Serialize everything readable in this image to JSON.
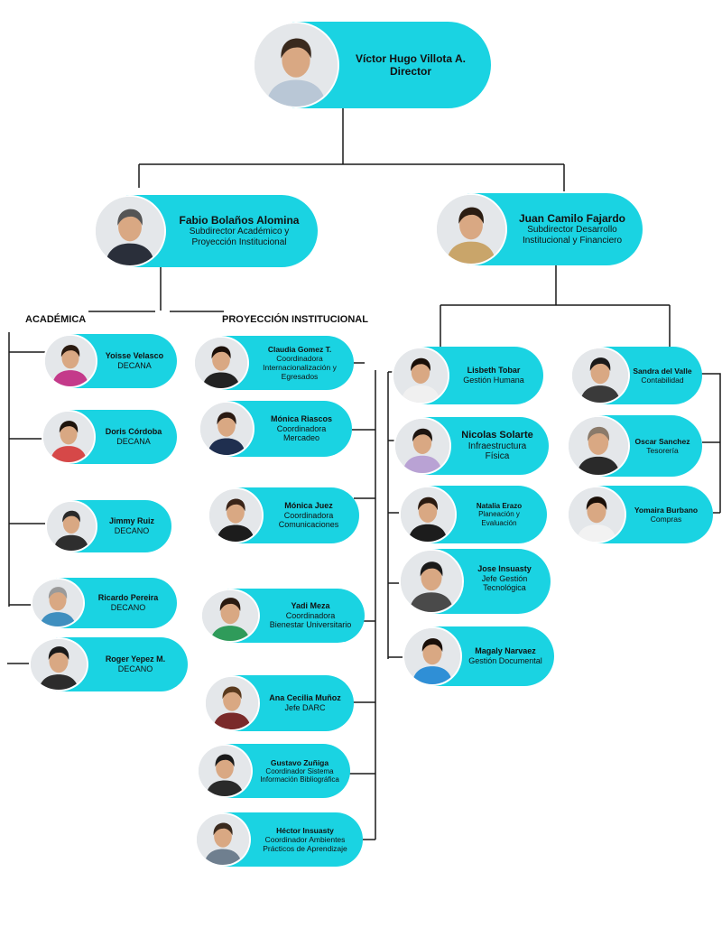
{
  "colors": {
    "pill": "#1ad3e2",
    "line": "#1a1a1a"
  },
  "headings": {
    "academica": "ACADÉMICA",
    "proyeccion": "PROYECCIÓN INSTITUCIONAL"
  },
  "people": {
    "director": {
      "name": "Víctor Hugo Villota A.",
      "role": "Director"
    },
    "fabio": {
      "name": "Fabio Bolaños Alomina",
      "role1": "Subdirector Académico y",
      "role2": "Proyección Institucional"
    },
    "juan": {
      "name": "Juan Camilo Fajardo",
      "role1": "Subdirector  Desarrollo",
      "role2": "Institucional y Financiero"
    },
    "yoisse": {
      "name": "Yoisse Velasco",
      "role": "DECANA"
    },
    "doris": {
      "name": "Doris Córdoba",
      "role": "DECANA"
    },
    "jimmy": {
      "name": "Jimmy Ruiz",
      "role": "DECANO"
    },
    "ricardo": {
      "name": "Ricardo Pereira",
      "role": "DECANO"
    },
    "roger": {
      "name": "Roger Yepez M.",
      "role": "DECANO"
    },
    "claudia": {
      "name": "Claudia Gomez T.",
      "role1": "Coordinadora",
      "role2": "Internacionalización  y",
      "role3": "Egresados"
    },
    "monicar": {
      "name": "Mónica Riascos",
      "role1": "Coordinadora",
      "role2": "Mercadeo"
    },
    "monicaj": {
      "name": "Mónica Juez",
      "role1": "Coordinadora",
      "role2": "Comunicaciones"
    },
    "yadi": {
      "name": "Yadi Meza",
      "role1": "Coordinadora",
      "role2": "Bienestar Universitario"
    },
    "ana": {
      "name": "Ana Cecilia Muñoz",
      "role": "Jefe DARC"
    },
    "gustavo": {
      "name": "Gustavo Zuñiga",
      "role1": "Coordinador Sistema",
      "role2": "Información Bibliográfica"
    },
    "hector": {
      "name": "Héctor Insuasty",
      "role1": "Coordinador Ambientes",
      "role2": "Prácticos de Aprendizaje"
    },
    "lisbeth": {
      "name": "Lisbeth Tobar",
      "role": "Gestión Humana"
    },
    "nicolas": {
      "name": "Nicolas Solarte",
      "role1": "Infraestructura",
      "role2": "Física"
    },
    "natalia": {
      "name": "Natalia Erazo",
      "role1": "Planeación y",
      "role2": "Evaluación"
    },
    "jose": {
      "name": "Jose Insuasty",
      "role1": "Jefe Gestión",
      "role2": "Tecnológica"
    },
    "magaly": {
      "name": "Magaly Narvaez",
      "role": "Gestión Documental"
    },
    "sandra": {
      "name": "Sandra del Valle",
      "role": "Contabilidad"
    },
    "oscar": {
      "name": "Oscar Sanchez",
      "role": "Tesorería"
    },
    "yomaira": {
      "name": "Yomaira Burbano",
      "role": "Compras"
    }
  }
}
